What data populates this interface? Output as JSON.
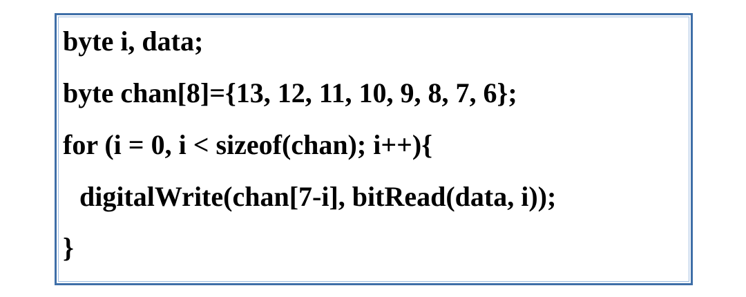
{
  "code": {
    "lines": [
      "byte i, data;",
      "byte chan[8]={13, 12, 11, 10, 9, 8, 7, 6};",
      "for (i = 0, i < sizeof(chan); i++){",
      "digitalWrite(chan[7-i], bitRead(data, i));",
      "}"
    ]
  },
  "colors": {
    "border": "#3f6fa8",
    "inner_border": "#9fbde0",
    "text": "#000000",
    "background": "#ffffff"
  }
}
